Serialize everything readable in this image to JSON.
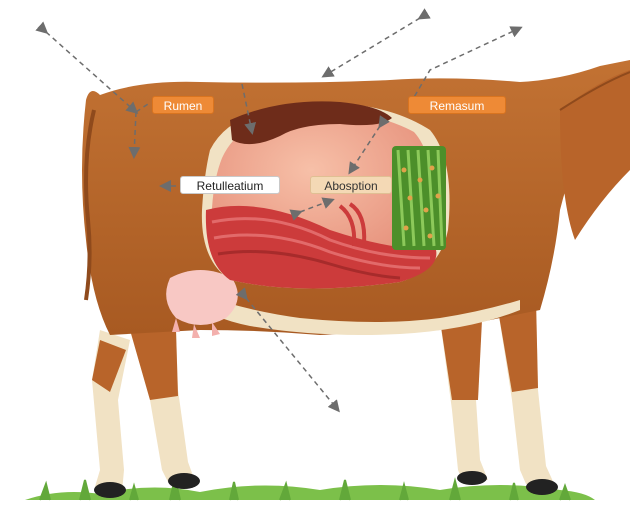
{
  "diagram": {
    "labels": {
      "rumen": "Rumen",
      "remasum": "Remasum",
      "retulleatium": "Retulleatium",
      "absorption": "Abosption"
    },
    "colors": {
      "hide": "#b8642a",
      "hide_dark": "#8f4a1c",
      "belly": "#f1e2c4",
      "stomach": "#eea08a",
      "intestine": "#cc3b3b",
      "grass": "#7cc04a",
      "orange_label": "#ee8a36",
      "arrow": "#6d6d6d"
    }
  }
}
